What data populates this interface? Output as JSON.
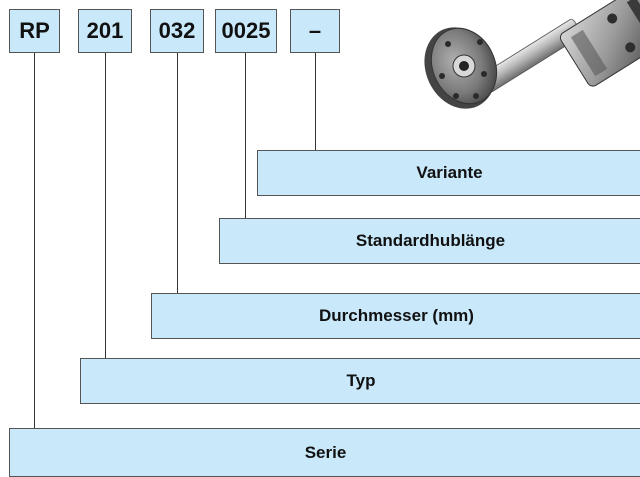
{
  "codes": [
    {
      "label": "RP"
    },
    {
      "label": "201"
    },
    {
      "label": "032"
    },
    {
      "label": "0025"
    },
    {
      "label": "–"
    }
  ],
  "labels": [
    {
      "text": "Variante"
    },
    {
      "text": "Standardhublänge"
    },
    {
      "text": "Durchmesser (mm)"
    },
    {
      "text": "Typ"
    },
    {
      "text": "Serie"
    }
  ],
  "colors": {
    "box_fill": "#c9e9fb",
    "box_border": "#555555",
    "line": "#333333"
  },
  "image": {
    "icon": "hydraulic-cylinder-product-photo"
  }
}
